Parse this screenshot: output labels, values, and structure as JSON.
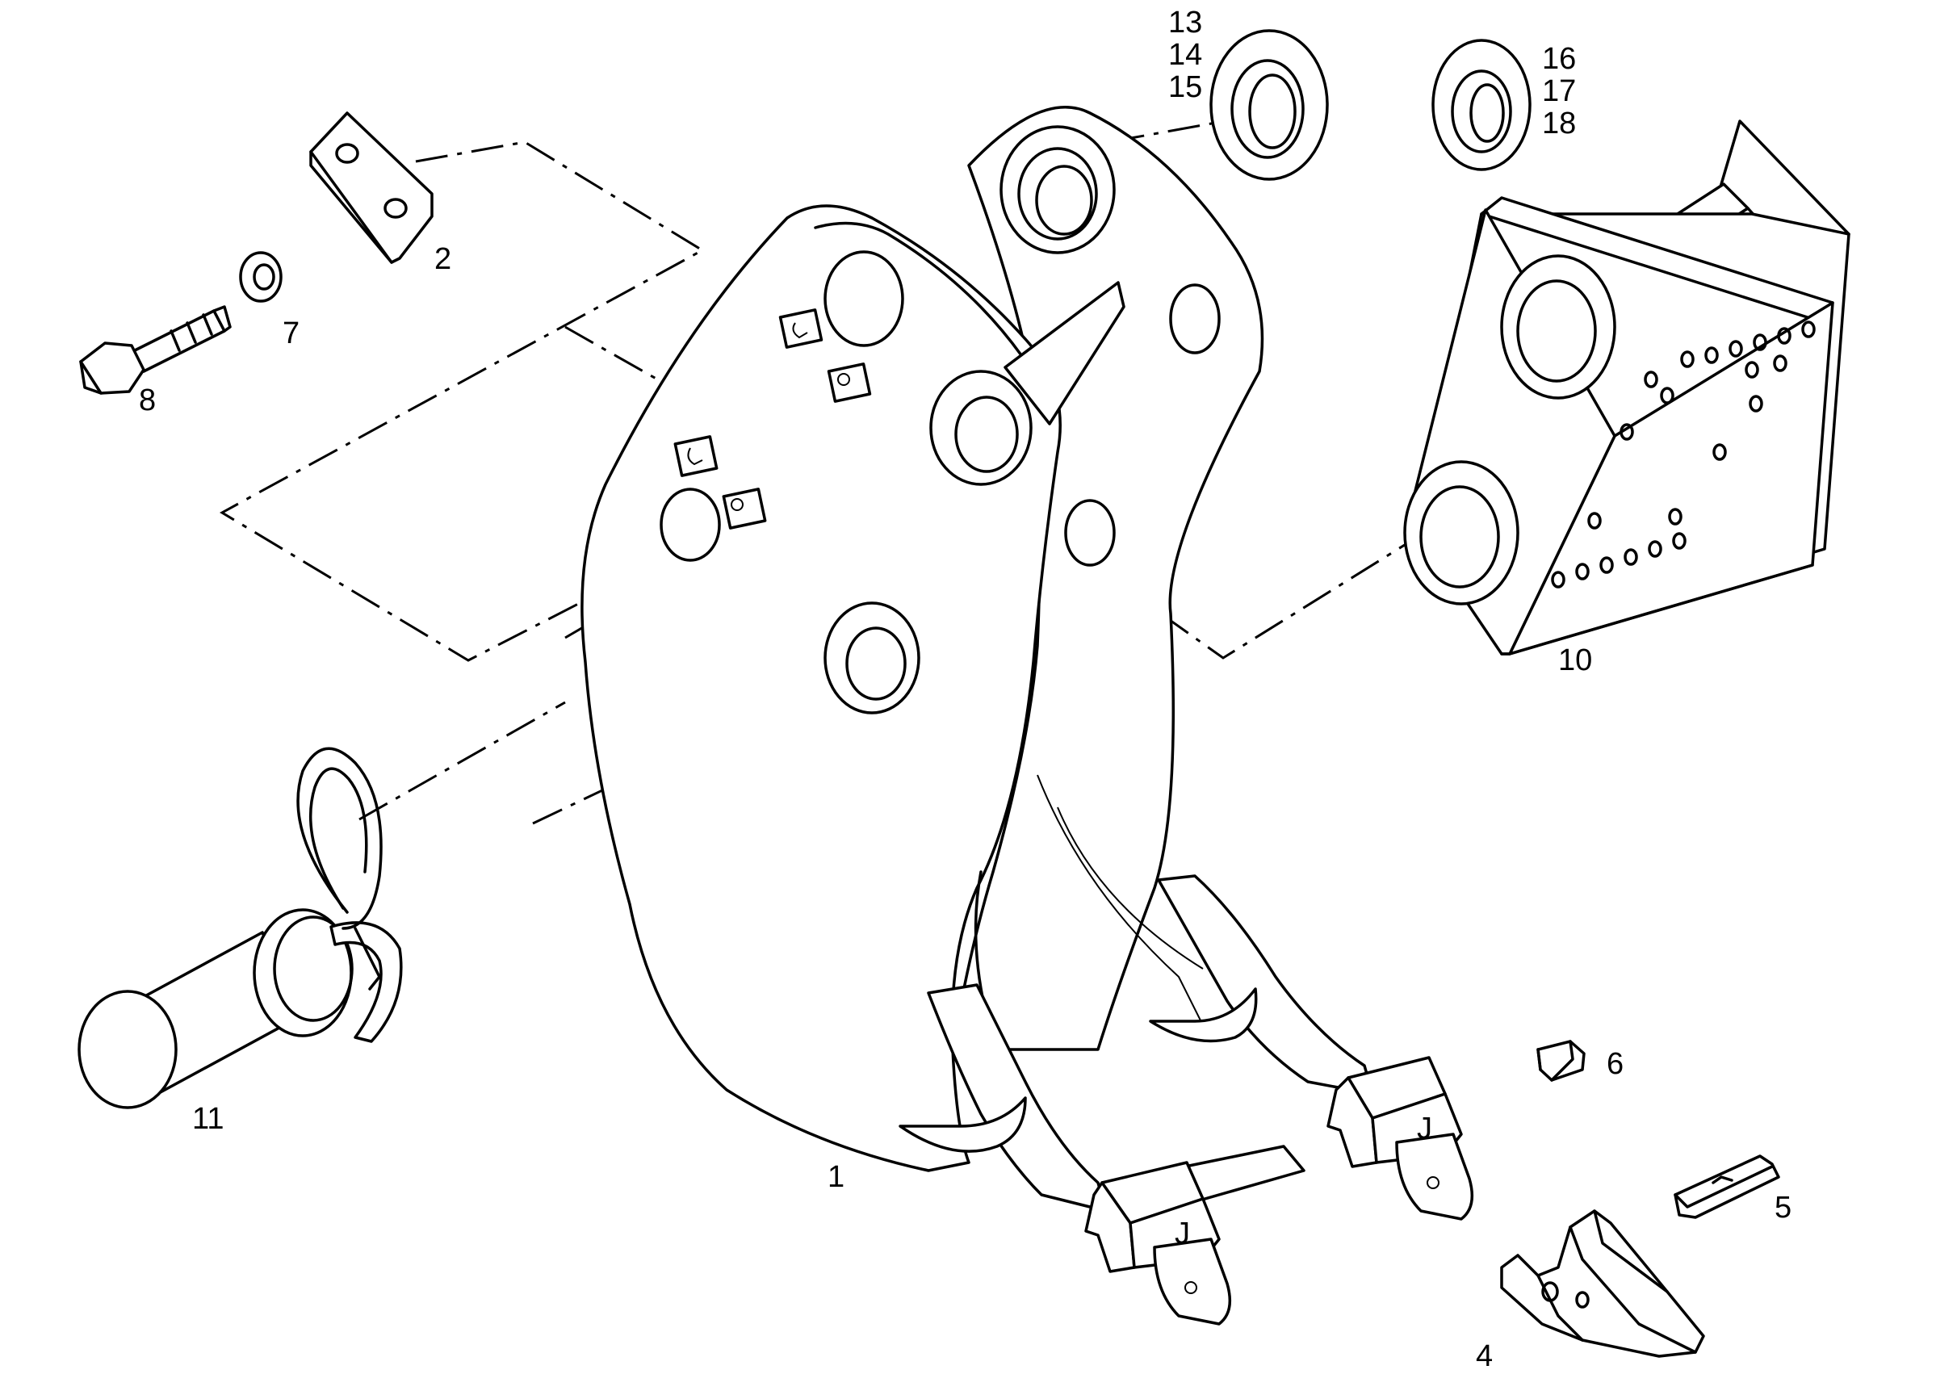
{
  "labels": {
    "p1": "1",
    "p2": "2",
    "p4": "4",
    "p5": "5",
    "p6": "6",
    "p7": "7",
    "p8": "8",
    "p10": "10",
    "p11": "11",
    "p13": "13",
    "p14": "14",
    "p15": "15",
    "p16": "16",
    "p17": "17",
    "p18": "18"
  },
  "colors": {
    "line": "#000000",
    "background": "#ffffff"
  }
}
